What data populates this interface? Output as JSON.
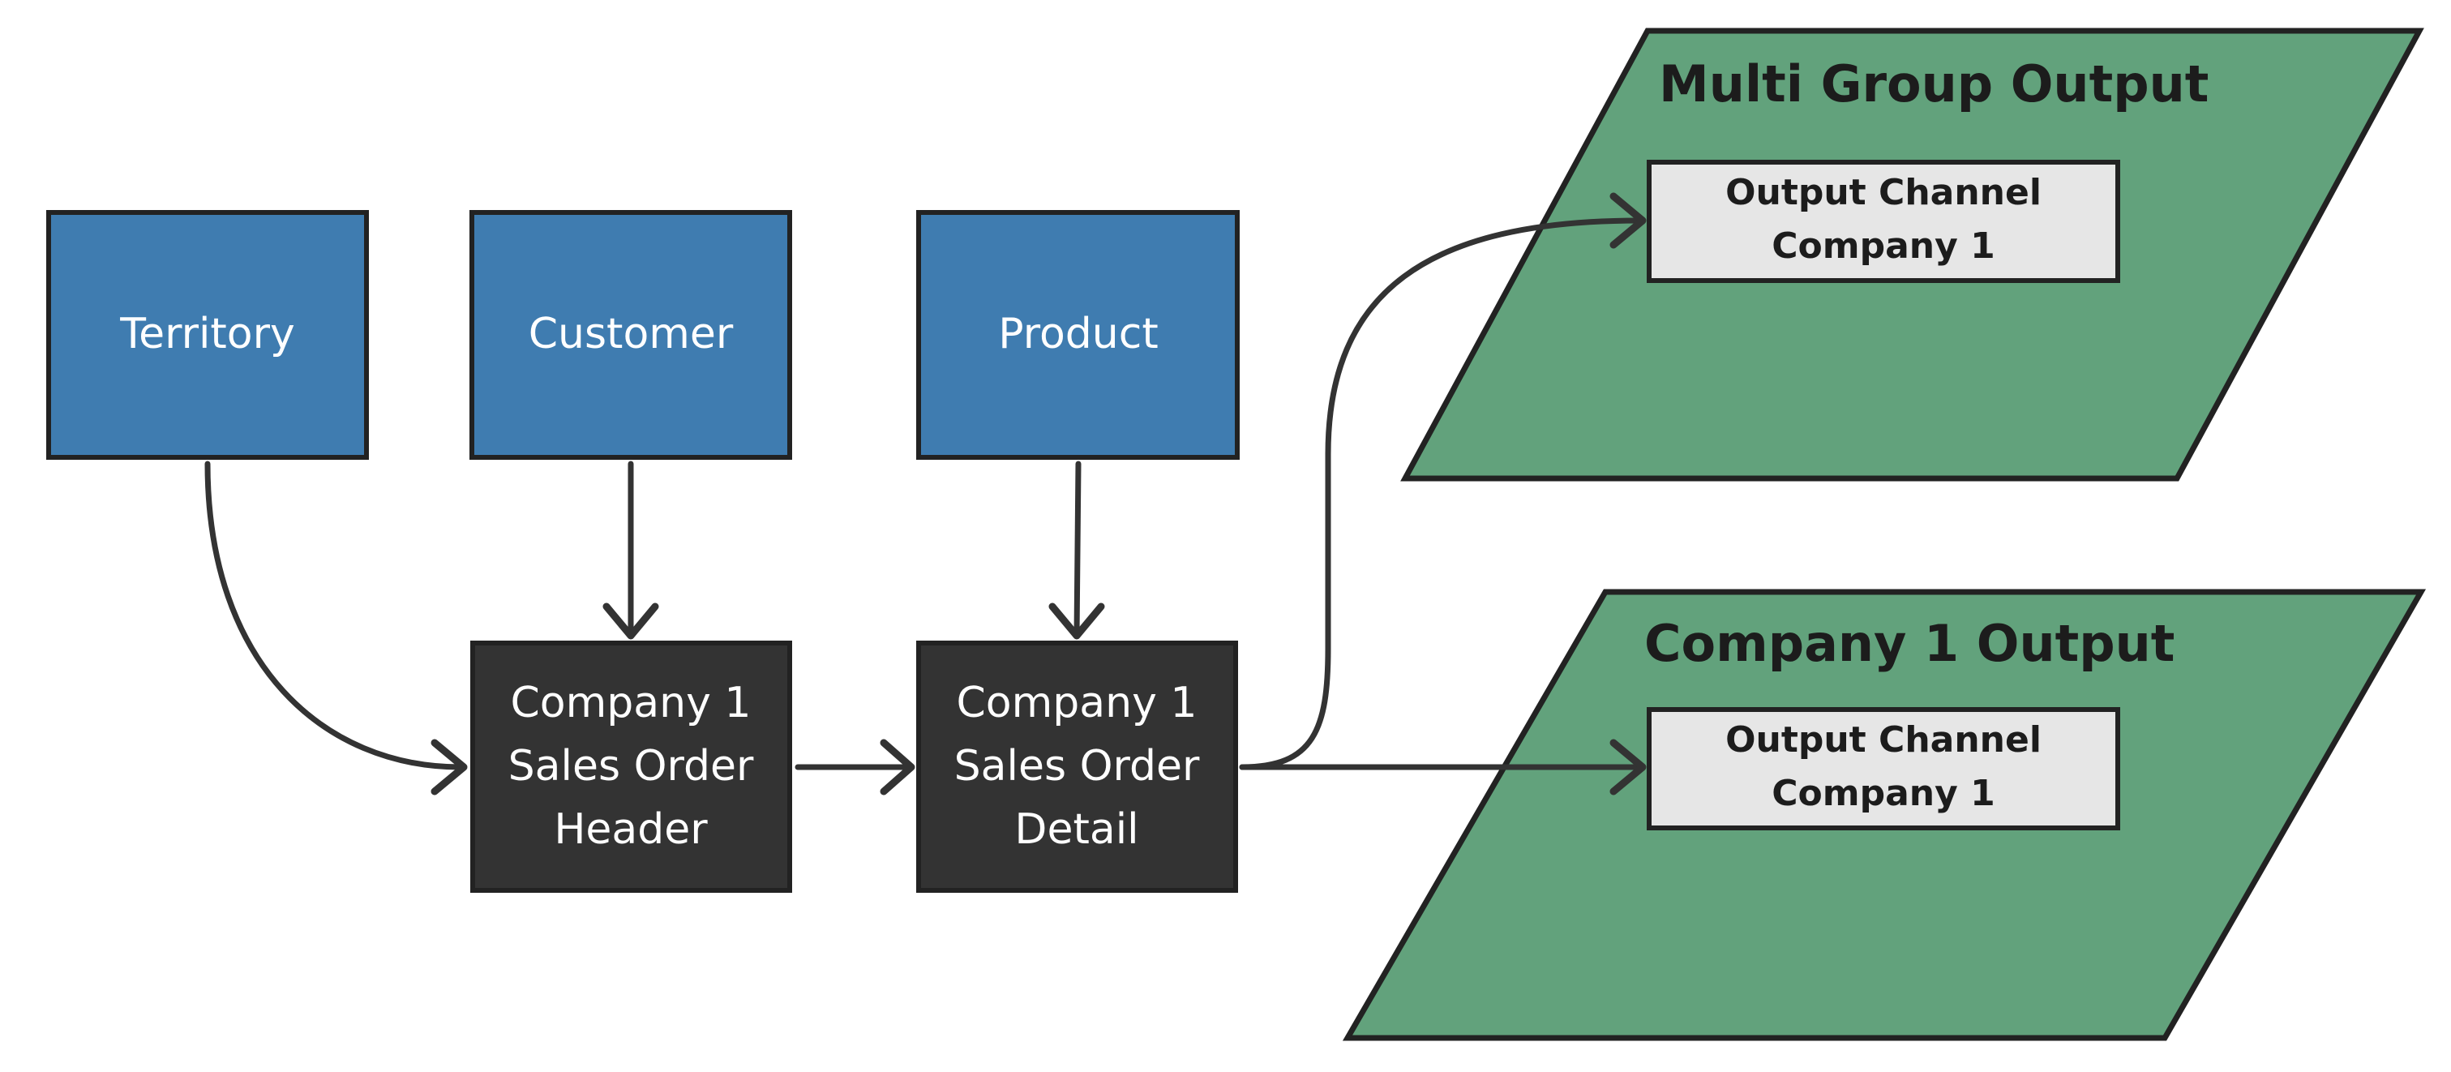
{
  "colors": {
    "source_fill": "#3f7cb0",
    "process_fill": "#333333",
    "group_fill": "#62a27c",
    "channel_fill": "#e6e6e6",
    "stroke": "#222222",
    "edge": "#333333"
  },
  "sources": {
    "territory": "Territory",
    "customer": "Customer",
    "product": "Product"
  },
  "processes": {
    "header": [
      "Company 1",
      "Sales Order",
      "Header"
    ],
    "detail": [
      "Company 1",
      "Sales Order",
      "Detail"
    ]
  },
  "groups": {
    "multi": {
      "title": "Multi Group Output",
      "channel": [
        "Output Channel",
        "Company 1"
      ]
    },
    "company": {
      "title": "Company 1 Output",
      "channel": [
        "Output Channel",
        "Company 1"
      ]
    }
  }
}
